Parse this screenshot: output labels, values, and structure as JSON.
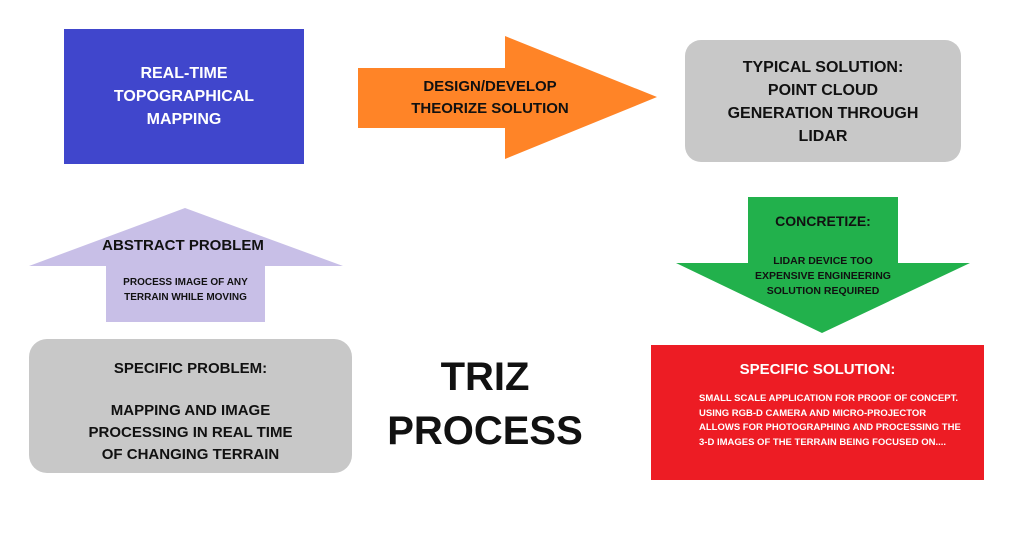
{
  "diagram": {
    "realtime_box": {
      "text": "REAL-TIME\nTOPOGRAPHICAL\nMAPPING",
      "color": "#4046CC"
    },
    "design_arrow": {
      "text": "DESIGN/DEVELOP\nTHEORIZE SOLUTION",
      "color": "#FF8427"
    },
    "typical_box": {
      "text": "TYPICAL SOLUTION:\nPOINT CLOUD\nGENERATION THROUGH\nLIDAR",
      "color": "#C8C8C8"
    },
    "concretize_arrow": {
      "title": "CONCRETIZE:",
      "body": "LIDAR DEVICE TOO\nEXPENSIVE ENGINEERING\nSOLUTION REQUIRED",
      "color": "#22B14C"
    },
    "abstract_arrow": {
      "title": "ABSTRACT PROBLEM",
      "body": "PROCESS IMAGE OF ANY\nTERRAIN WHILE MOVING",
      "color": "#C8BFE7"
    },
    "specific_problem_box": {
      "title": "SPECIFIC PROBLEM:",
      "body": "MAPPING AND IMAGE\nPROCESSING IN REAL TIME\nOF CHANGING TERRAIN",
      "color": "#C8C8C8"
    },
    "triz_title": "TRIZ\nPROCESS",
    "specific_solution_box": {
      "title": "SPECIFIC SOLUTION:",
      "body": "SMALL SCALE APPLICATION FOR PROOF OF CONCEPT. USING RGB-D CAMERA AND MICRO-PROJECTOR ALLOWS FOR PHOTOGRAPHING AND PROCESSING THE 3-D IMAGES OF THE TERRAIN BEING FOCUSED ON....",
      "color": "#ED1C24"
    }
  }
}
